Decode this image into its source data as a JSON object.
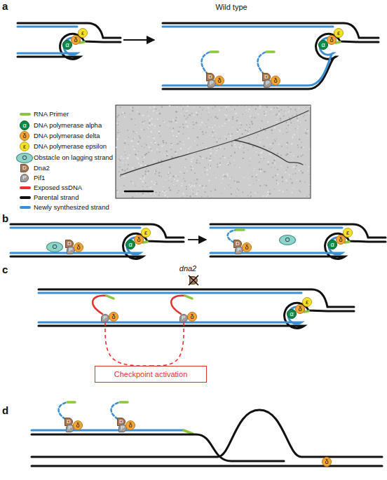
{
  "diagram": {
    "nodes": [
      {
        "text": [
          "α"
        ]
      },
      {
        "text": [
          "δ"
        ]
      },
      {
        "text": [
          "ε"
        ]
      },
      {
        "text": [
          "D"
        ]
      },
      {
        "text": [
          "P"
        ]
      },
      {
        "text": [
          "δ"
        ]
      },
      {
        "text": [
          "D"
        ]
      },
      {
        "text": [
          "P"
        ]
      },
      {
        "text": [
          "δ"
        ]
      },
      {
        "text": [
          "α"
        ]
      },
      {
        "text": [
          "δ"
        ]
      },
      {
        "text": [
          "ε"
        ]
      },
      {
        "text": [
          "α"
        ]
      },
      {
        "text": [
          "δ"
        ]
      },
      {
        "text": [
          "ε"
        ]
      },
      {
        "text": [
          "O"
        ]
      },
      {
        "text": [
          "D"
        ]
      },
      {
        "text": [
          "P"
        ]
      },
      {
        "text": [
          "O"
        ]
      },
      {
        "text": [
          "D"
        ]
      },
      {
        "text": [
          "P"
        ]
      },
      {
        "text": [
          "δ"
        ]
      },
      {
        "text": [
          "α"
        ]
      },
      {
        "text": [
          "δ"
        ]
      },
      {
        "text": [
          "ε"
        ]
      },
      {
        "text": [
          "D"
        ]
      },
      {
        "text": [
          "P"
        ]
      },
      {
        "text": [
          "δ"
        ]
      },
      {
        "text": [
          "O"
        ]
      },
      {
        "text": [
          "α"
        ]
      },
      {
        "text": [
          "δ"
        ]
      },
      {
        "text": [
          "ε"
        ]
      },
      {
        "text": [
          "P"
        ]
      },
      {
        "text": [
          "δ"
        ]
      },
      {
        "text": [
          "P"
        ]
      },
      {
        "text": [
          "δ"
        ]
      },
      {
        "text": [
          "D"
        ]
      },
      {
        "text": [
          "α"
        ]
      },
      {
        "text": [
          "δ"
        ]
      },
      {
        "text": [
          "ε"
        ]
      },
      {
        "text": [
          "Checkpoint activation"
        ]
      },
      {
        "text": [
          "D"
        ]
      },
      {
        "text": [
          "P"
        ]
      },
      {
        "text": [
          "δ"
        ]
      },
      {
        "text": [
          "D"
        ]
      },
      {
        "text": [
          "P"
        ]
      },
      {
        "text": [
          "δ"
        ]
      },
      {
        "text": [
          "δ"
        ]
      }
    ],
    "edges": [
      {
        "from": 32,
        "to": 40,
        "arrow": "none"
      },
      {
        "from": 34,
        "to": 40,
        "arrow": "none"
      }
    ],
    "labels": [
      "a",
      "Wild type",
      "b",
      "c",
      "dna2",
      "d"
    ],
    "legend": [
      {
        "text": "RNA Primer",
        "color": "#8cc63f"
      },
      {
        "text": "DNA polymerase alpha"
      },
      {
        "text": "DNA polymerase delta"
      },
      {
        "text": "DNA polymerase epsilon"
      },
      {
        "text": "Obstacle on lagging strand"
      },
      {
        "text": "Dna2"
      },
      {
        "text": "Pif1"
      },
      {
        "text": "Exposed ssDNA",
        "color": "#e8312f"
      },
      {
        "text": "Parental strand",
        "color": "#111111"
      },
      {
        "text": "Newly synthesized strand",
        "color": "#3b8fd4"
      }
    ]
  }
}
